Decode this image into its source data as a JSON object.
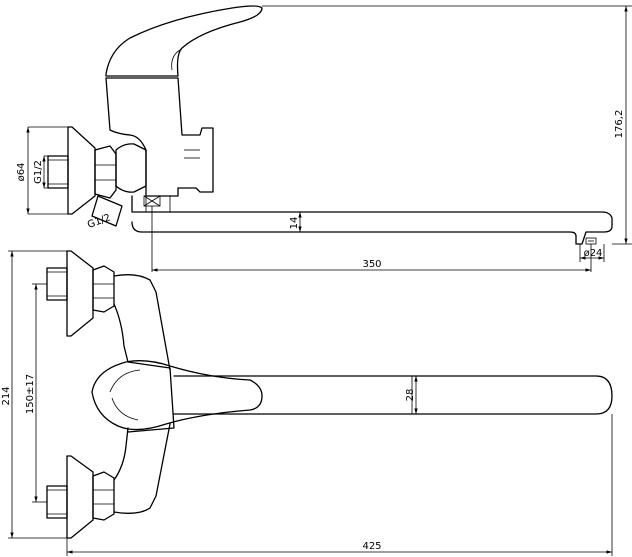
{
  "dimensions": {
    "thread_top": "G1/2",
    "diameter_64": "ø64",
    "thread_bottom": "G1/2",
    "height_total": "176,2",
    "spout_thickness": "14",
    "spout_reach_side": "350",
    "outlet_diameter": "ø24",
    "overall_height": "214",
    "centres": "150±17",
    "handle_width": "28",
    "overall_length": "425"
  }
}
